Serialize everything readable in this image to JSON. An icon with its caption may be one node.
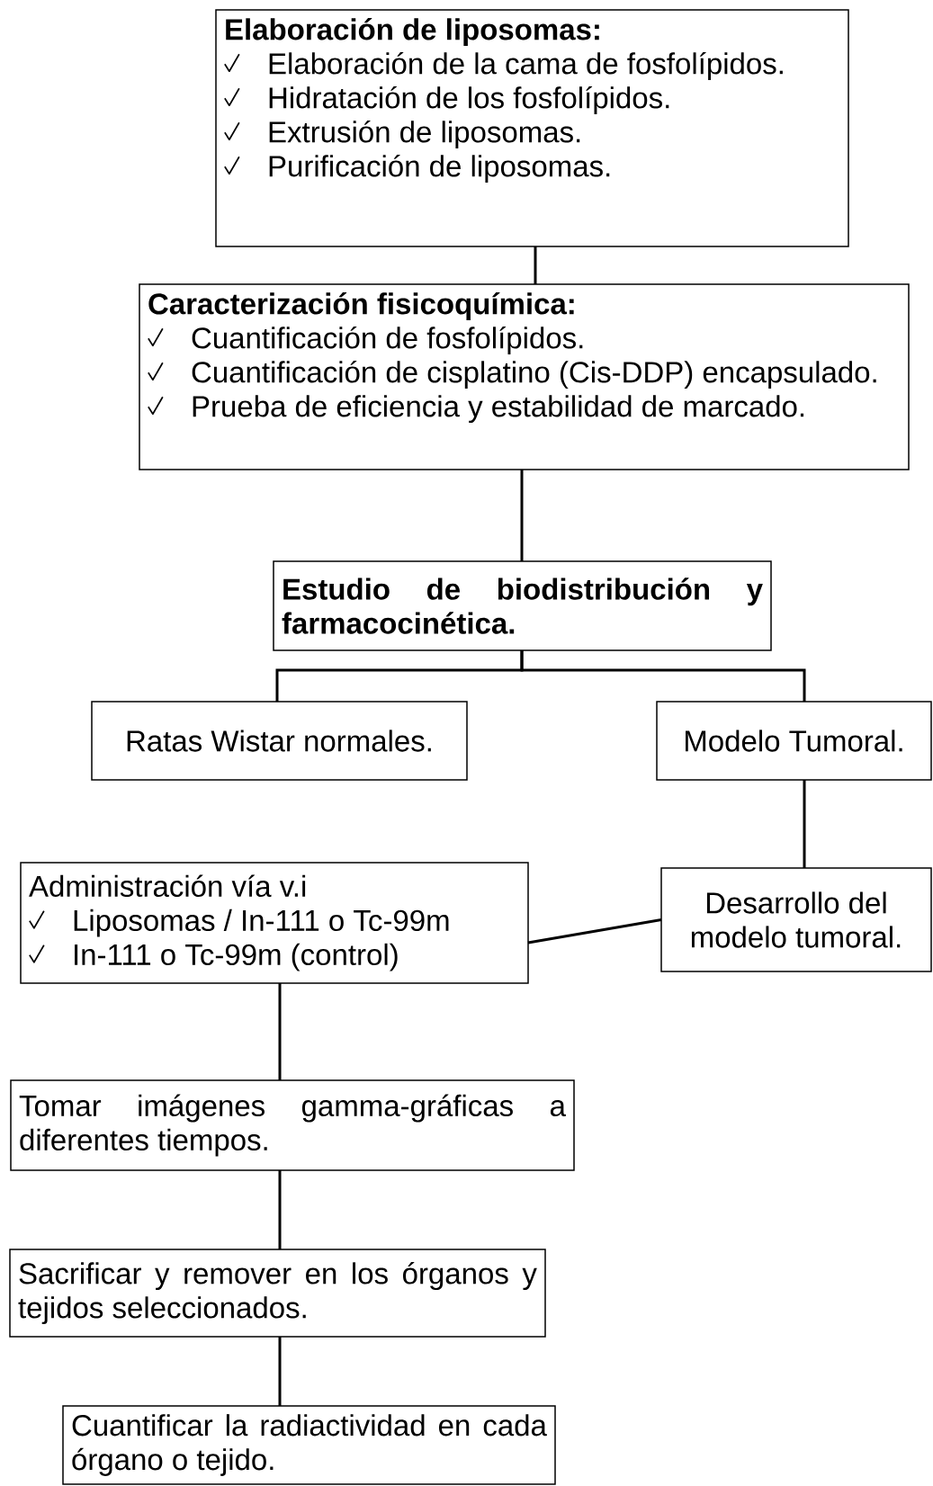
{
  "diagram": {
    "nodes": [
      {
        "text": [
          "Elaboración de liposomas:",
          "Elaboración de la cama de fosfolípidos.",
          "Hidratación de los fosfolípidos.",
          "Extrusión de liposomas.",
          "Purificación de liposomas."
        ]
      },
      {
        "text": [
          "Caracterización fisicoquímica:",
          "Cuantificación de fosfolípidos.",
          "Cuantificación de cisplatino (Cis-DDP) encapsulado.",
          "Prueba de eficiencia y estabilidad de marcado."
        ]
      },
      {
        "text": [
          "Estudio de biodistribución y farmacocinética."
        ]
      },
      {
        "text": [
          "Ratas Wistar normales."
        ]
      },
      {
        "text": [
          "Modelo Tumoral."
        ]
      },
      {
        "text": [
          "Desarrollo del modelo tumoral."
        ]
      },
      {
        "text": [
          "Administración vía v.i",
          "Liposomas / In-111 o Tc-99m",
          "In-111 o Tc-99m (control)"
        ]
      },
      {
        "text": [
          "Tomar imágenes gamma-gráficas a diferentes tiempos."
        ]
      },
      {
        "text": [
          "Sacrificar y remover en los órganos y tejidos seleccionados."
        ]
      },
      {
        "text": [
          "Cuantificar la radiactividad en cada órgano o tejido."
        ]
      }
    ],
    "edges": [
      {
        "from": 0,
        "to": 1,
        "arrow": "none"
      },
      {
        "from": 1,
        "to": 2,
        "arrow": "none"
      },
      {
        "from": 2,
        "to": 3,
        "arrow": "none"
      },
      {
        "from": 2,
        "to": 4,
        "arrow": "none"
      },
      {
        "from": 4,
        "to": 5,
        "arrow": "none"
      },
      {
        "from": 5,
        "to": 6,
        "arrow": "none"
      },
      {
        "from": 6,
        "to": 7,
        "arrow": "none"
      },
      {
        "from": 7,
        "to": 8,
        "arrow": "none"
      },
      {
        "from": 8,
        "to": 9,
        "arrow": "none"
      }
    ]
  }
}
